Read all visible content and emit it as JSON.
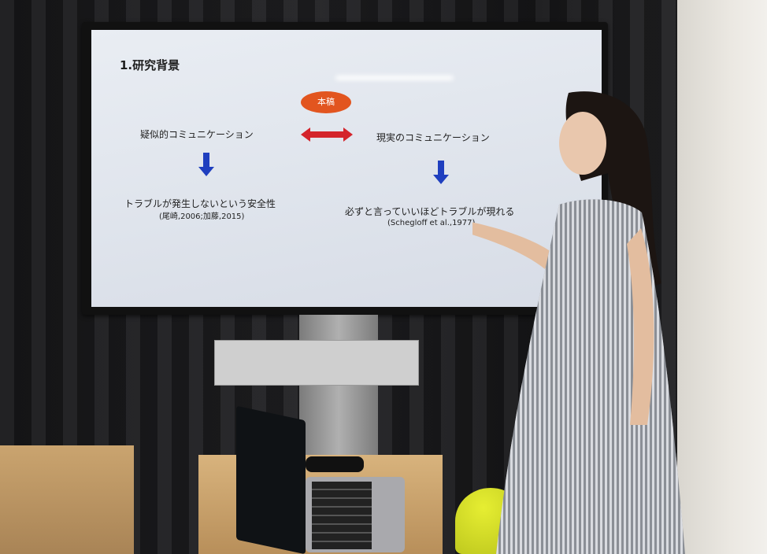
{
  "slide": {
    "title": "1.研究背景",
    "badge": "本稿",
    "left": {
      "label": "疑似的コミュニケーション",
      "result": "トラブルが発生しないという安全性",
      "cite": "(尾崎,2006;加藤,2015)"
    },
    "right": {
      "label": "現実のコミュニケーション",
      "result": "必ずと言っていいほどトラブルが現れる",
      "cite": "(Schegloff et al.,1977)"
    },
    "colors": {
      "badge": "#e2551f",
      "double_arrow": "#d4242b",
      "down_arrow": "#1f3fbf"
    }
  }
}
